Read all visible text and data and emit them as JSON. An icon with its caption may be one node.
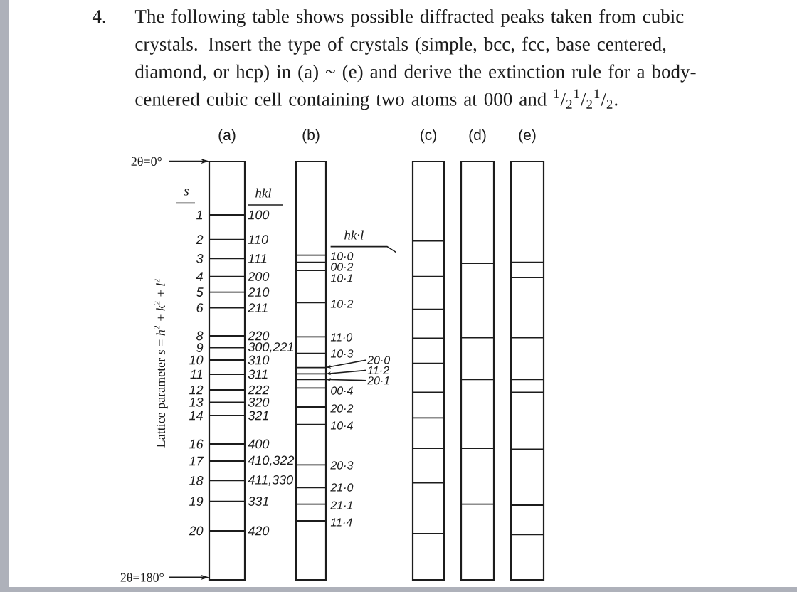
{
  "diagram": {
    "nodes": [
      {
        "text": [
          "(a)"
        ],
        "beside": [
          "s",
          "hkl",
          "1",
          "100",
          "2",
          "110",
          "3",
          "111",
          "4",
          "200",
          "5",
          "210",
          "6",
          "211",
          "8",
          "220",
          "9",
          "300,221",
          "10",
          "310",
          "11",
          "311",
          "12",
          "222",
          "13",
          "320",
          "14",
          "321",
          "16",
          "400",
          "17",
          "410,322",
          "18",
          "411,330",
          "19",
          "331",
          "20",
          "420"
        ]
      },
      {
        "text": [
          "(b)"
        ],
        "beside": [
          "hk·l",
          "10·0",
          "00·2",
          "10·1",
          "10·2",
          "11·0",
          "10·3",
          "00·4",
          "20·2",
          "10·4",
          "20·3",
          "21·0",
          "21·1",
          "11·4"
        ]
      },
      {
        "text": [
          "(c)"
        ]
      },
      {
        "text": [
          "(d)"
        ]
      },
      {
        "text": [
          "(e)"
        ]
      },
      {
        "text": [
          "2θ=0°"
        ]
      },
      {
        "text": [
          "2θ=180°"
        ]
      },
      {
        "text": [
          "20·0"
        ]
      },
      {
        "text": [
          "11·2"
        ]
      },
      {
        "text": [
          "20·1"
        ]
      }
    ],
    "edges": [
      {
        "from": 5,
        "to": 0,
        "arrow": "to"
      },
      {
        "from": 6,
        "to": 0,
        "arrow": "to"
      },
      {
        "from": 7,
        "to": 1,
        "arrow": "to"
      },
      {
        "from": 8,
        "to": 1,
        "arrow": "to"
      },
      {
        "from": 9,
        "to": 1,
        "arrow": "to"
      }
    ],
    "labels": [
      "4.",
      "The following table shows possible diffracted peaks taken from cubic crystals. Insert the type of crystals (simple, bcc, fcc, base centered, diamond, or hcp) in (a) ~ (e) and derive the extinction rule for a body-centered cubic cell containing two atoms at 000 and $^{1}$/$_{2}$$^{1}$/$_{2}$$^{1}$/$_{2}$.",
      "Lattice parameter *s* = *h*$^{2}$ + *k*$^{2}$ + *l*$^{2}$"
    ]
  }
}
